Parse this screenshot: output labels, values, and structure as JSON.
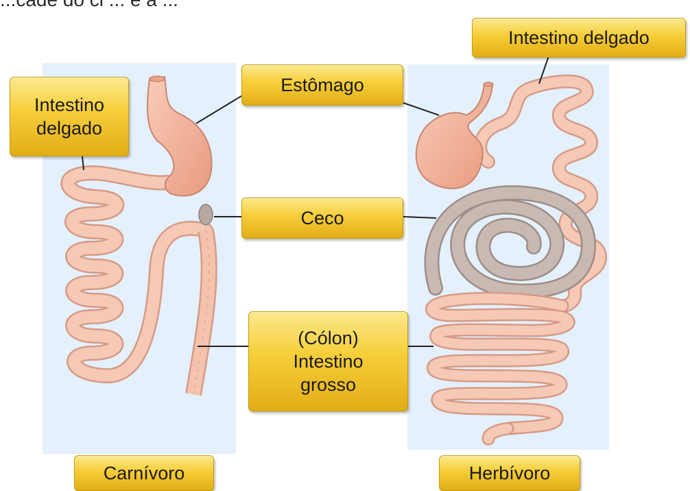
{
  "caption_fragment": "...cade do ci ... e a ...",
  "labels": {
    "stomach": "Estômago",
    "small_intestine_carnivore": [
      "Intestino",
      "delgado"
    ],
    "small_intestine_herbivore": "Intestino delgado",
    "cecum": "Ceco",
    "large_intestine": [
      "(Cólon)",
      "Intestino",
      "grosso"
    ],
    "carnivore": "Carnívoro",
    "herbivore": "Herbívoro"
  },
  "colors": {
    "panel_background": "#e4f0fb",
    "label_fill": "#f6cf3b",
    "intestine": "#f6c9b6",
    "intestine_outline": "#d69a85",
    "stomach": "#efab93",
    "cecum": "#c2b2ac",
    "leader_line": "#222222"
  }
}
